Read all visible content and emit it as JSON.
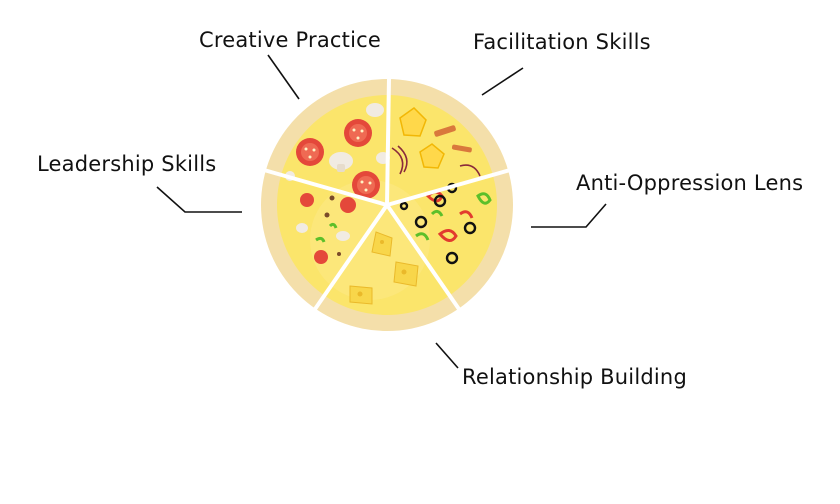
{
  "diagram": {
    "labels": {
      "creative_practice": "Creative Practice",
      "facilitation_skills": "Facilitation Skills",
      "leadership_skills": "Leadership Skills",
      "anti_oppression_lens": "Anti-Oppression Lens",
      "relationship_building": "Relationship Building"
    },
    "colors": {
      "crust": "#f4dfaa",
      "cheese": "#fbe56b",
      "cheese_light": "#fde98a",
      "tomato": "#e4483a",
      "mushroom": "#f1ebe2",
      "leader_line": "#111111"
    },
    "toppings": [
      "tomato",
      "mushroom",
      "pineapple",
      "onion",
      "bacon",
      "pepper",
      "olive",
      "pepperoni",
      "cheese-cube"
    ]
  }
}
